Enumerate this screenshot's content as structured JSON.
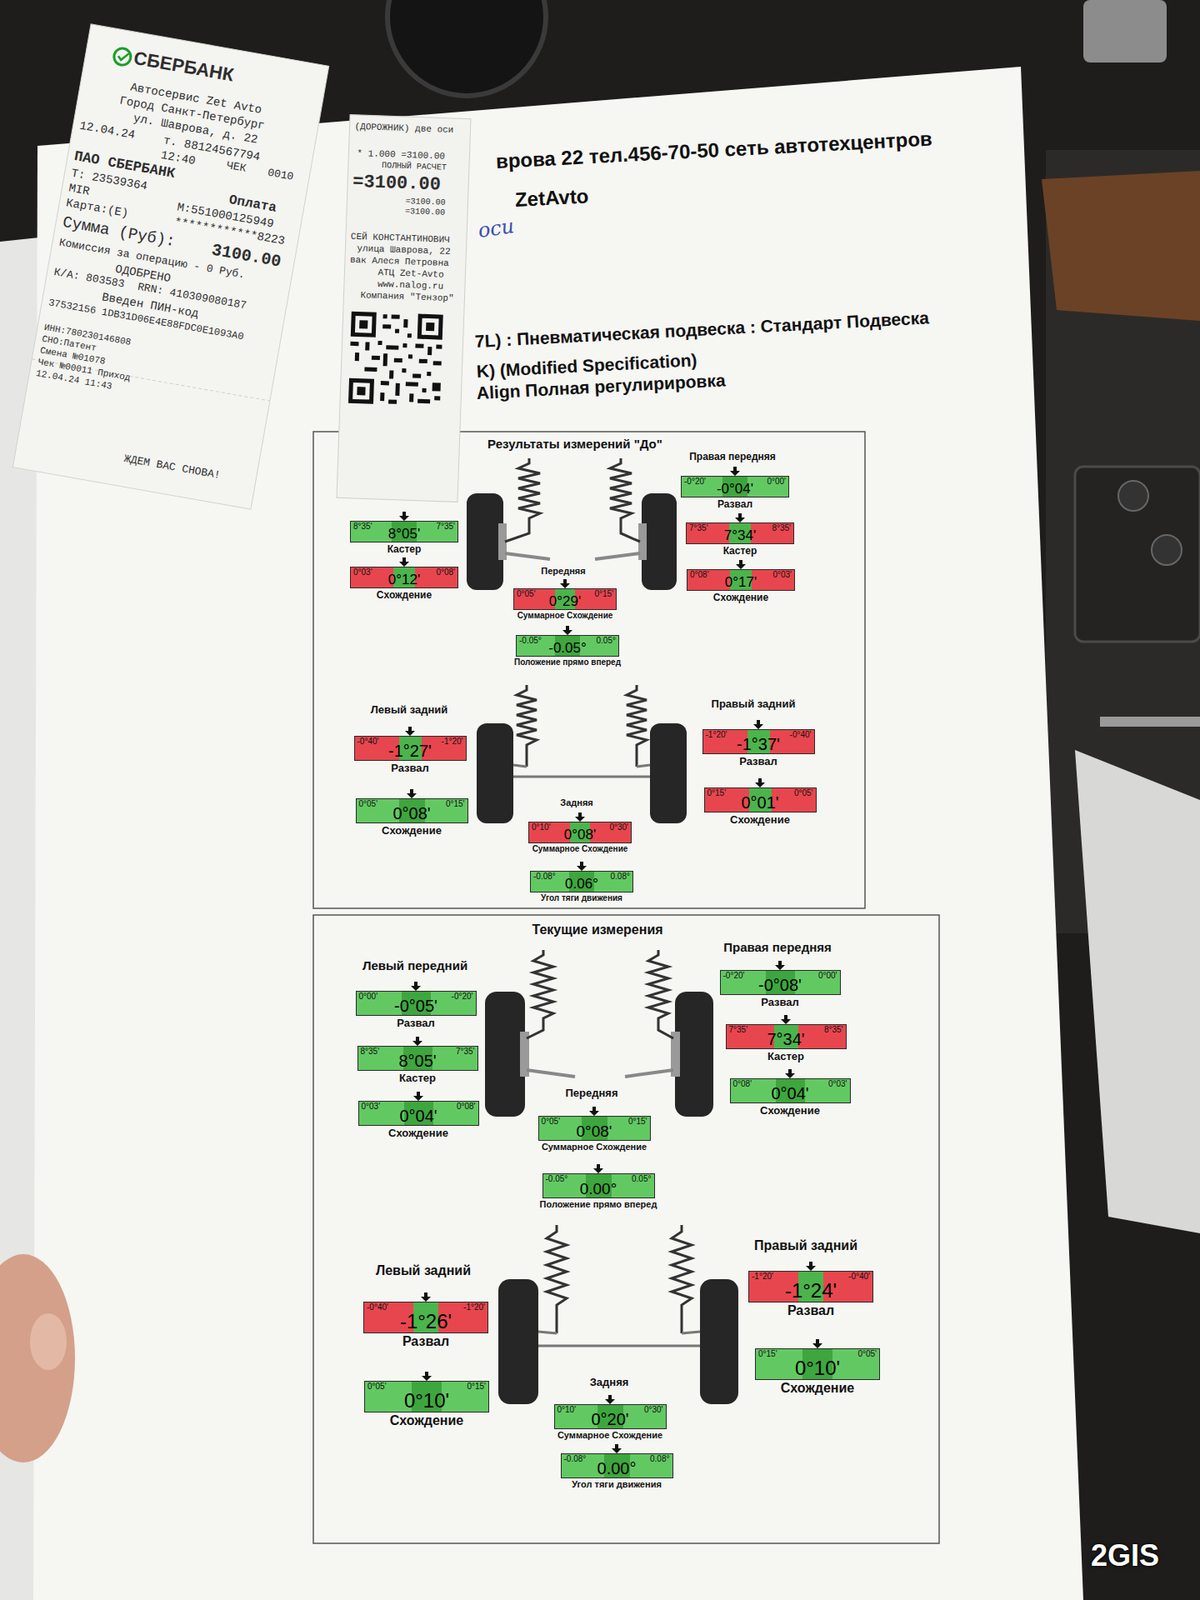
{
  "diagram": {
    "nodes": [
      {
        "text": [
          "СБЕРБАНК",
          "Автосервис Zet Avto",
          "Город Санкт-Петербург",
          "ул. Шаврова, д. 22",
          "12.04.24",
          "т. 88124567794",
          "12:40",
          "ЧЕК",
          "0010",
          "ПАО СБЕРБАНК",
          "Т: 23539364",
          "Оплата",
          "MIR",
          "М:551000125949",
          "Карта:(E)",
          "************8223",
          "Сумма (Руб):",
          "3100.00",
          "Комиссия за операцию - 0 Руб.",
          "ОДОБРЕНО",
          "К/А: 803583",
          "RRN: 410309080187",
          "Введен ПИН-код",
          "37532156 1DB31D06E4E88FDC0E1093A0",
          "ИНН:780230146808",
          "СНО:Патент",
          "Смена №01078",
          "Чек №00011 Приход",
          "12.04.24 11:43",
          "ЖДЕМ ВАС СНОВА!"
        ]
      },
      {
        "text": [
          "(ДОРОЖНИК) две оси",
          "* 1.000 =3100.00",
          "ПОЛНЫЙ РАСЧЕТ",
          "=3100.00",
          "=3100.00",
          "=3100.00",
          "СЕЙ КОНСТАНТИНОВИЧ",
          "улица Шаврова, 22",
          "вак Алеся Петровна",
          "АТЦ Zet-Avto",
          "www.nalog.ru",
          "Компания \"Тензор\""
        ]
      },
      {
        "text": [
          "Результаты измерений \"До\""
        ]
      },
      {
        "text": [
          "-0°20'",
          "-0°04'",
          "0°00'",
          "Развал"
        ],
        "in": 2
      },
      {
        "text": [
          "8°35'",
          "8°05'",
          "7°35'",
          "Кастер"
        ],
        "in": 2
      },
      {
        "text": [
          "7°35'",
          "7°34'",
          "8°35'",
          "Кастер"
        ],
        "in": 2
      },
      {
        "text": [
          "0°03'",
          "0°12'",
          "0°08'",
          "Схождение"
        ],
        "in": 2
      },
      {
        "text": [
          "0°08'",
          "0°17'",
          "0°03'",
          "Схождение"
        ],
        "in": 2
      },
      {
        "text": [
          "0°05'",
          "0°29'",
          "0°15'",
          "Суммарное Схождение"
        ],
        "in": 2
      },
      {
        "text": [
          "-0.05°",
          "-0.05°",
          "0.05°",
          "Положение прямо вперед"
        ],
        "in": 2
      },
      {
        "text": [
          "-1°20'",
          "-1°37'",
          "-0°40'",
          "Развал"
        ],
        "in": 2
      },
      {
        "text": [
          "-0°40'",
          "-1°27'",
          "-1°20'",
          "Развал"
        ],
        "in": 2
      },
      {
        "text": [
          "0°15'",
          "0°01'",
          "0°05'",
          "Схождение"
        ],
        "in": 2
      },
      {
        "text": [
          "0°05'",
          "0°08'",
          "0°15'",
          "Схождение"
        ],
        "in": 2
      },
      {
        "text": [
          "0°10'",
          "0°08'",
          "0°30'",
          "Суммарное Схождение"
        ],
        "in": 2
      },
      {
        "text": [
          "-0.08°",
          "0.06°",
          "0.08°",
          "Угол тяги движения"
        ],
        "in": 2
      },
      {
        "text": [
          "Текущие измерения"
        ]
      },
      {
        "text": [
          "-0°20'",
          "-0°08'",
          "0°00'",
          "Развал"
        ],
        "in": 16
      },
      {
        "text": [
          "0°00'",
          "-0°05'",
          "-0°20'",
          "Развал"
        ],
        "in": 16
      },
      {
        "text": [
          "7°35'",
          "7°34'",
          "8°35'",
          "Кастер"
        ],
        "in": 16
      },
      {
        "text": [
          "8°35'",
          "8°05'",
          "7°35'",
          "Кастер"
        ],
        "in": 16
      },
      {
        "text": [
          "0°08'",
          "0°04'",
          "0°03'",
          "Схождение"
        ],
        "in": 16
      },
      {
        "text": [
          "0°03'",
          "0°04'",
          "0°08'",
          "Схождение"
        ],
        "in": 16
      },
      {
        "text": [
          "0°05'",
          "0°08'",
          "0°15'",
          "Суммарное Схождение"
        ],
        "in": 16
      },
      {
        "text": [
          "-0.05°",
          "0.00°",
          "0.05°",
          "Положение прямо вперед"
        ],
        "in": 16
      },
      {
        "text": [
          "-1°20'",
          "-1°24'",
          "-0°40'",
          "Развал"
        ],
        "in": 16
      },
      {
        "text": [
          "-0°40'",
          "-1°26'",
          "-1°20'",
          "Развал"
        ],
        "in": 16
      },
      {
        "text": [
          "0°15'",
          "0°10'",
          "0°05'",
          "Схождение"
        ],
        "in": 16
      },
      {
        "text": [
          "0°05'",
          "0°10'",
          "0°15'",
          "Схождение"
        ],
        "in": 16
      },
      {
        "text": [
          "0°10'",
          "0°20'",
          "0°30'",
          "Суммарное Схождение"
        ],
        "in": 16
      },
      {
        "text": [
          "-0.08°",
          "0.00°",
          "0.08°",
          "Угол тяги движения"
        ],
        "in": 16
      }
    ],
    "labels": [
      "врова 22 тел.456-70-50 сеть автотехцентров",
      "ZetAvto",
      "оси",
      "7L) : Пневматическая подвеска : Стандарт Подвеска",
      "K) (Modified Specification)",
      "Align Полная регулирировка",
      "Правая передняя",
      "Передняя",
      "Левый задний",
      "Правый задний",
      "Задняя",
      "Левый передний",
      "Правая передняя",
      "Передняя",
      "Левый задний",
      "Правый задний",
      "Задняя",
      "2GIS"
    ]
  }
}
